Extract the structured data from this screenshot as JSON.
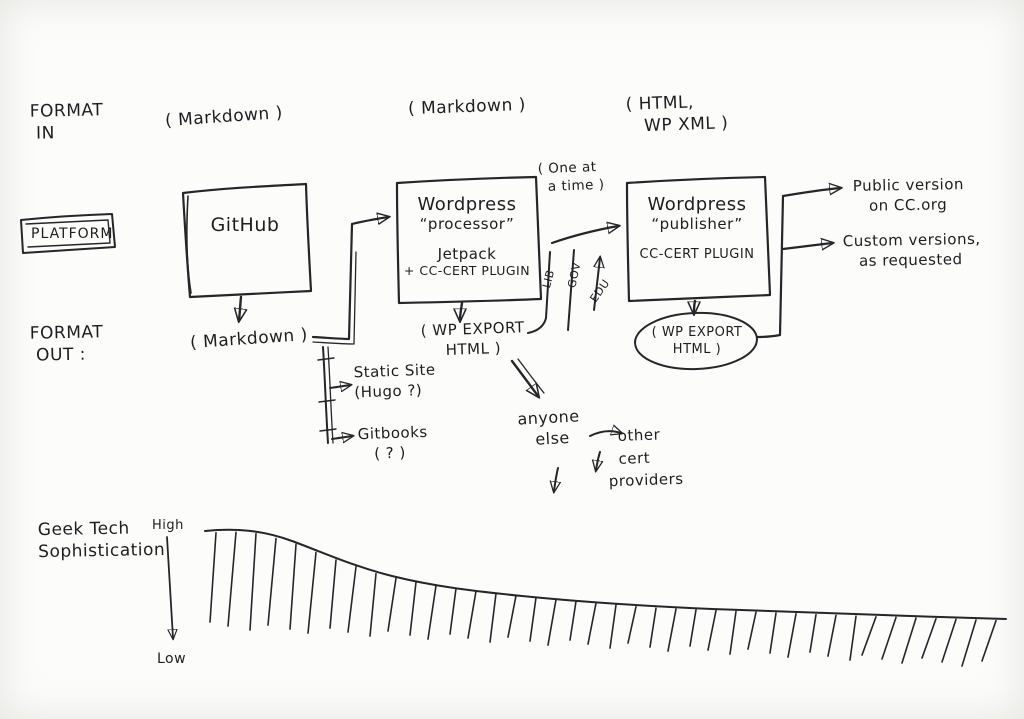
{
  "ink": "#26262a",
  "labels": {
    "format_in": "FORMAT\n IN",
    "platform": "PLATFORM",
    "format_out": "FORMAT\n OUT :",
    "in_github": "( Markdown )",
    "in_processor": "( Markdown )",
    "in_publisher": "( HTML,\n   WP XML )",
    "out_github": "( Markdown )",
    "out_processor": "( WP EXPORT\nHTML )",
    "out_publisher": "( WP EXPORT\nHTML )",
    "one_at_a_time": "( One at\n  a time )",
    "lib": "LIB",
    "gov": "GOV",
    "edu": "EDU",
    "public_version": "Public version\n   on CC.org",
    "custom_version": "Custom versions,\n   as requested",
    "static_site": "Static Site\n(Hugo ?)",
    "gitbooks": "Gitbooks\n   ( ? )",
    "anyone_else": "anyone\n   else",
    "other_cert": "  other\n  cert\nproviders",
    "axis_title": "Geek Tech\nSophistication",
    "axis_high": "High",
    "axis_low": "Low"
  },
  "boxes": {
    "github": {
      "title": "GitHub"
    },
    "processor": {
      "title": "Wordpress",
      "subtitle": "“processor”",
      "line3": "Jetpack",
      "line4": "+ CC-CERT PLUGIN"
    },
    "publisher": {
      "title": "Wordpress",
      "subtitle": "“publisher”",
      "line3": "CC-CERT PLUGIN"
    }
  }
}
